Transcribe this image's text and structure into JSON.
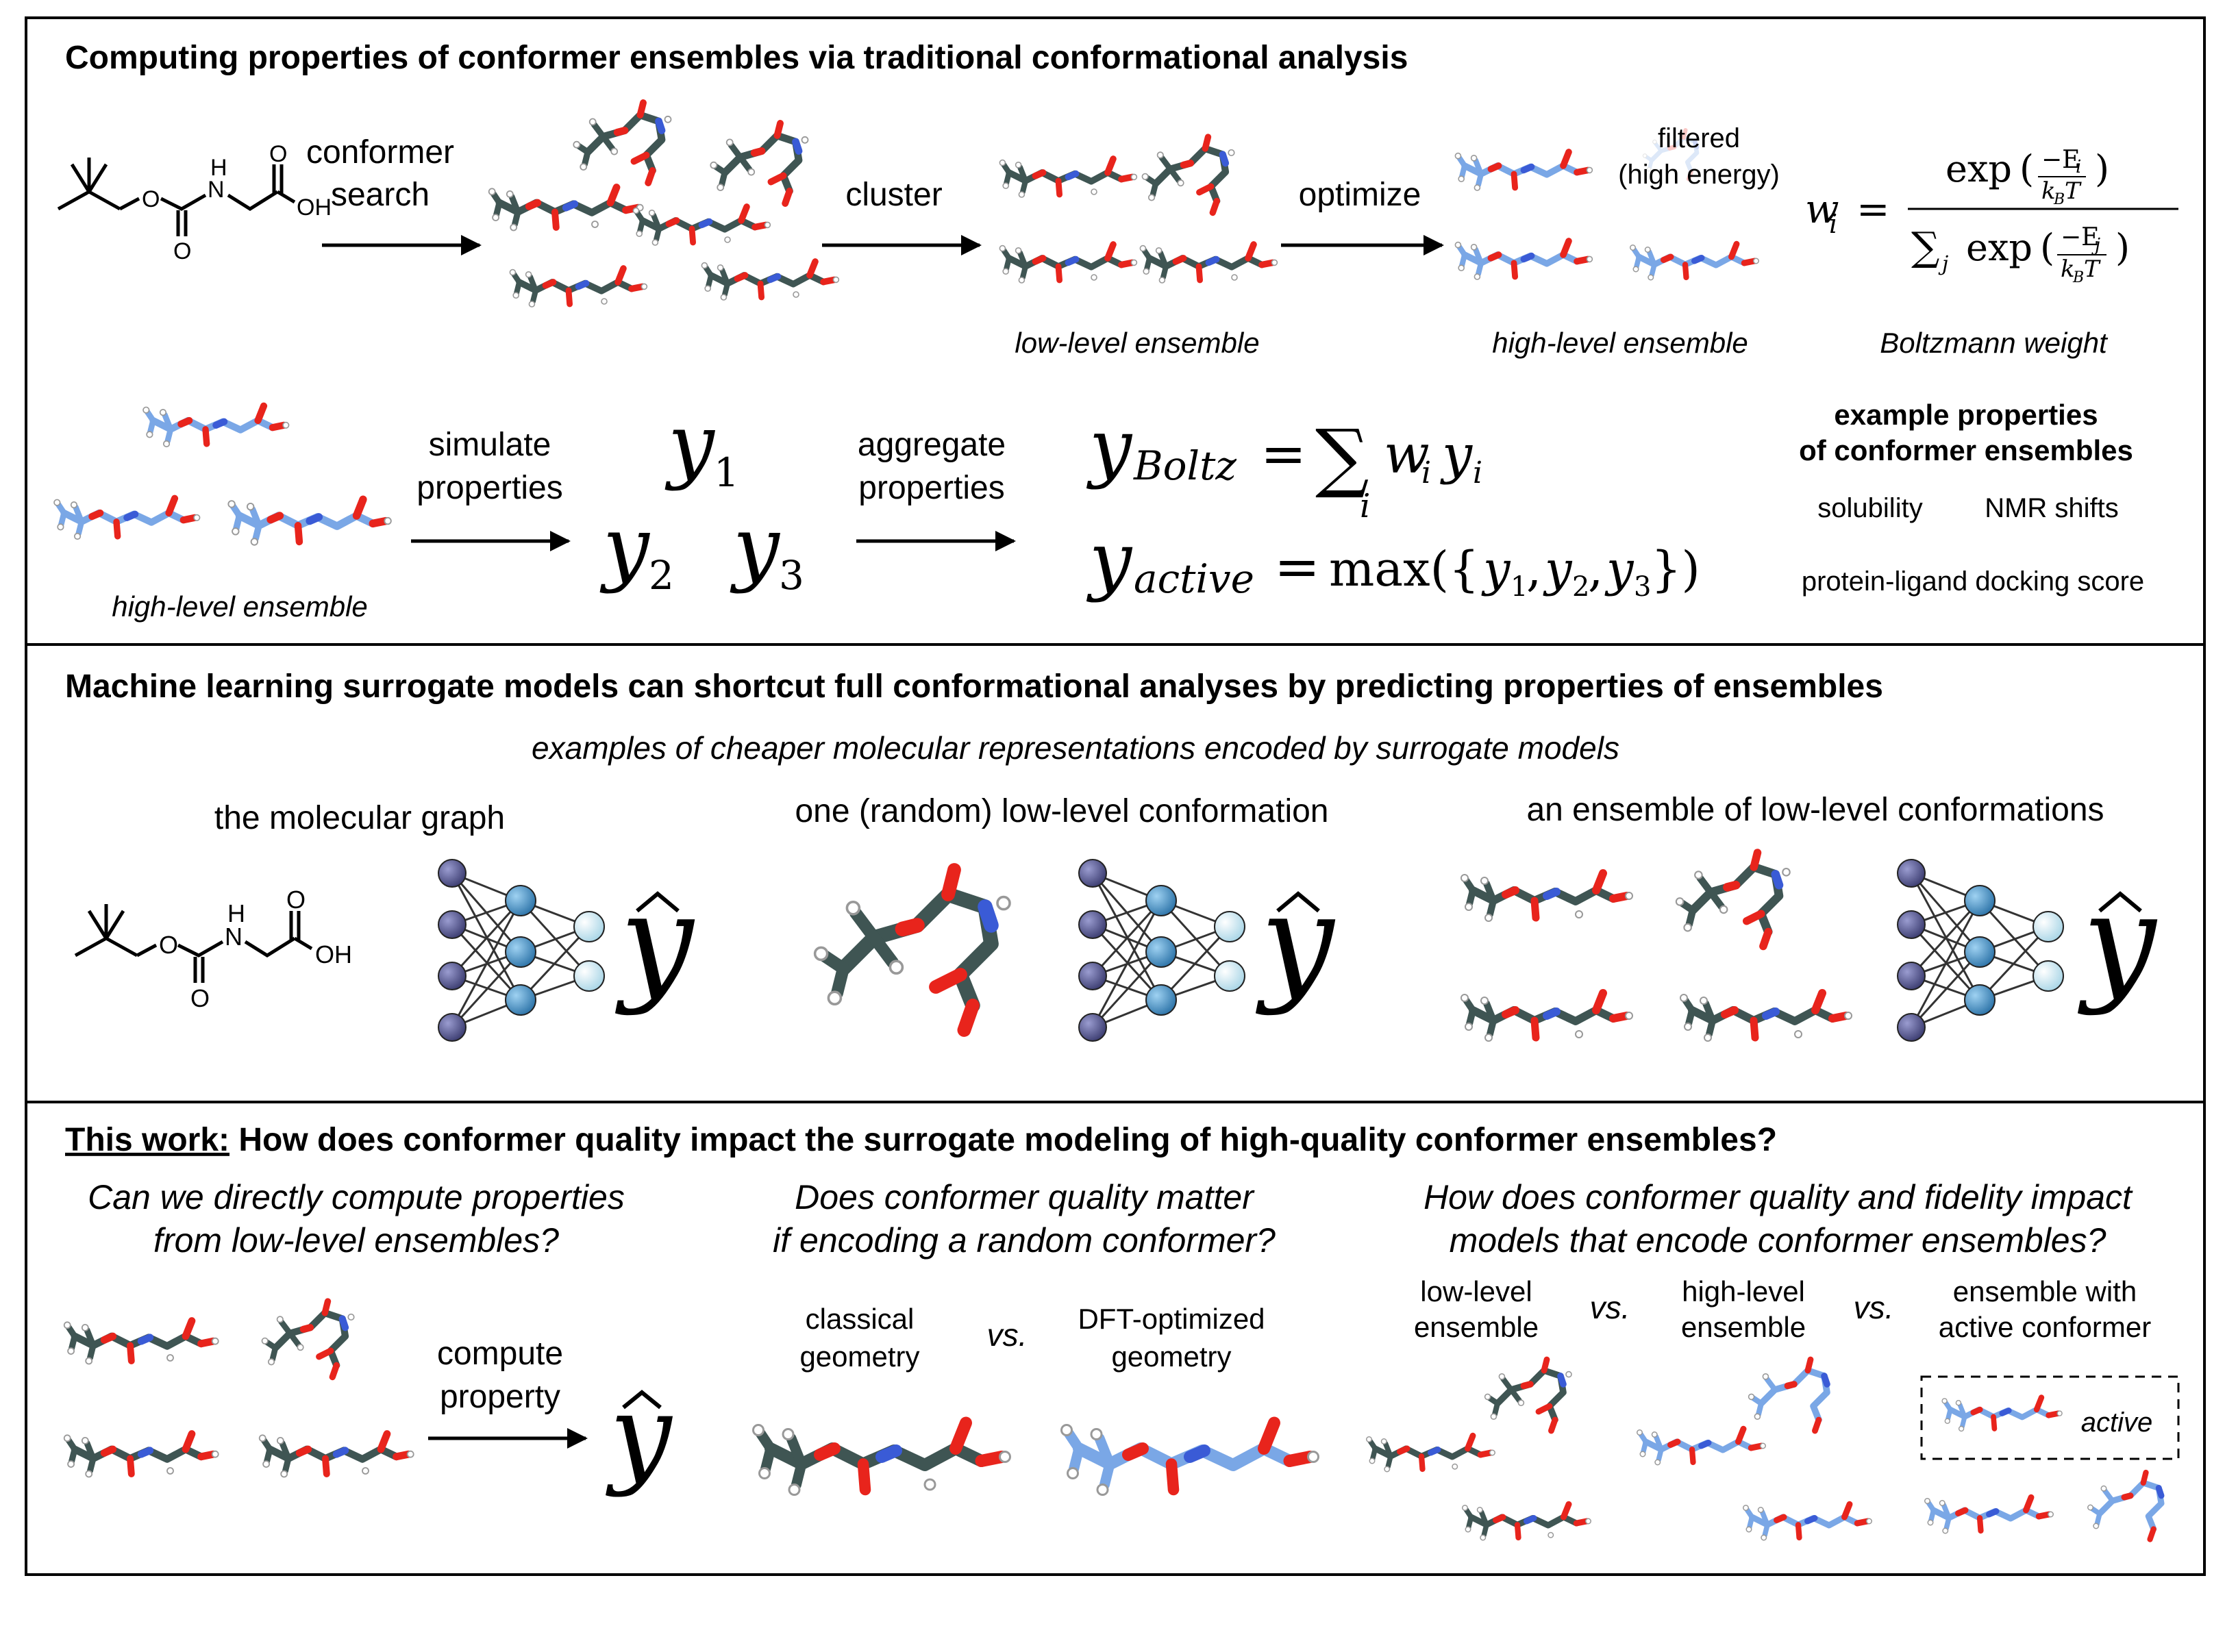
{
  "panel1": {
    "title": "Computing properties of conformer ensembles via traditional conformational analysis",
    "molecule_labels": {
      "o": "O",
      "h": "H",
      "n": "N",
      "oh": "OH"
    },
    "arrow_conformer_search": [
      "conformer",
      "search"
    ],
    "arrow_cluster": "cluster",
    "arrow_optimize": "optimize",
    "filtered_note": [
      "filtered",
      "(high energy)"
    ],
    "caption_low_level": "low-level ensemble",
    "caption_high_level": "high-level ensemble",
    "caption_boltzmann": "Boltzmann weight",
    "caption_high_level_2": "high-level ensemble",
    "arrow_simulate": [
      "simulate",
      "properties"
    ],
    "arrow_aggregate": [
      "aggregate",
      "properties"
    ],
    "example_properties_title": [
      "example properties",
      "of conformer ensembles"
    ],
    "example_properties": [
      "solubility",
      "NMR shifts",
      "protein-ligand docking score"
    ]
  },
  "panel2": {
    "title": "Machine learning surrogate models can shortcut full conformational analyses by predicting properties of ensembles",
    "subtitle": "examples of cheaper molecular representations encoded by surrogate models",
    "rep1": "the molecular graph",
    "rep2": "one (random) low-level conformation",
    "rep3": "an ensemble of low-level conformations"
  },
  "panel3": {
    "title_prefix": "This work:",
    "title_rest": " How does conformer quality impact the surrogate modeling of high-quality conformer ensembles?",
    "q1": [
      "Can we directly compute properties",
      "from low-level ensembles?"
    ],
    "q2": [
      "Does conformer quality matter",
      "if encoding a random conformer?"
    ],
    "q3": [
      "How does conformer quality and fidelity impact",
      "models that encode conformer ensembles?"
    ],
    "arrow_compute": [
      "compute",
      "property"
    ],
    "classical": [
      "classical",
      "geometry"
    ],
    "dft": [
      "DFT-optimized",
      "geometry"
    ],
    "vs": "vs.",
    "low_level": [
      "low-level",
      "ensemble"
    ],
    "high_level": [
      "high-level",
      "ensemble"
    ],
    "active_ens": [
      "ensemble with",
      "active conformer"
    ],
    "active_label": "active"
  },
  "colors": {
    "carbon_low": "#3f5553",
    "carbon_high": "#7aa7e6",
    "oxygen": "#e8241c",
    "nitrogen": "#3a5bd6",
    "hydrogen": "#ffffff",
    "nn_input": "#4d4f86",
    "nn_hidden": "#3d8cc4",
    "nn_output": "#cfe9f2"
  }
}
